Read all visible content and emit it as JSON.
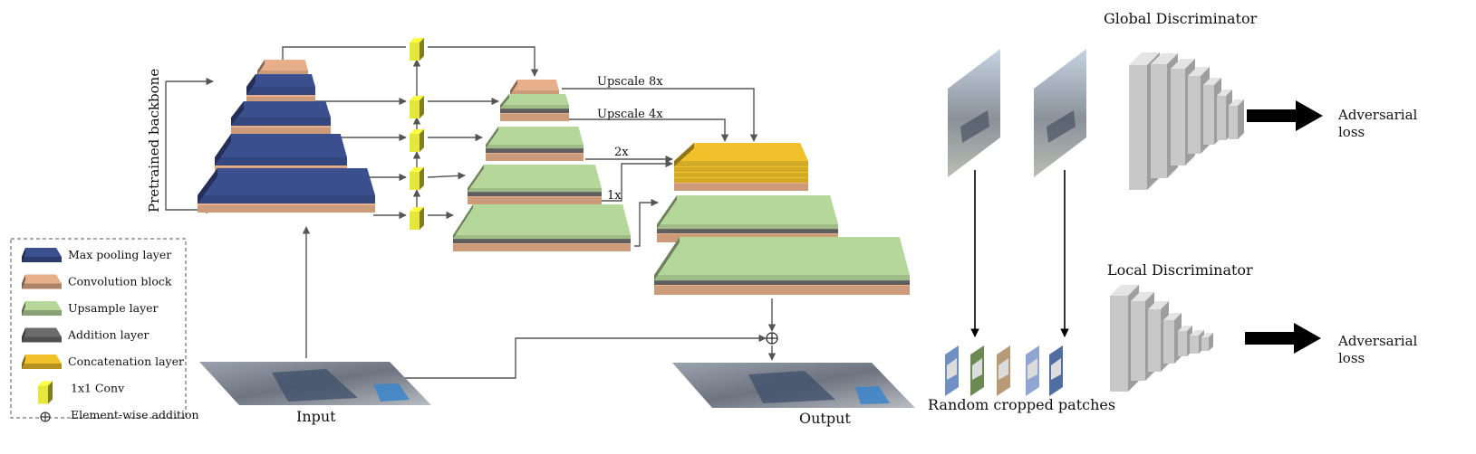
{
  "labels": {
    "pretrained_backbone": "Pretrained backbone",
    "input": "Input",
    "output": "Output",
    "upscale8": "Upscale 8x",
    "upscale4": "Upscale 4x",
    "scale2": "2x",
    "scale1": "1x",
    "global_discriminator": "Global Discriminator",
    "local_discriminator": "Local Discriminator",
    "adversarial_loss": [
      "Adversarial",
      "loss"
    ],
    "random_patches": "Random cropped patches"
  },
  "legend": [
    {
      "label": "Max pooling layer",
      "icon": "maxpool-slab-icon",
      "color": "#3b4f8f"
    },
    {
      "label": "Convolution block",
      "icon": "conv-slab-icon",
      "color": "#e8b08a"
    },
    {
      "label": "Upsample layer",
      "icon": "upsample-slab-icon",
      "color": "#b6d79a"
    },
    {
      "label": "Addition layer",
      "icon": "addition-slab-icon",
      "color": "#6b6b6b"
    },
    {
      "label": "Concatenation layer",
      "icon": "concat-slab-icon",
      "color": "#f0c12a"
    },
    {
      "label": "1x1 Conv",
      "icon": "conv1x1-cube-icon",
      "color": "#e6e63c"
    },
    {
      "label": "Element-wise addition",
      "icon": "element-wise-add-icon",
      "color": "#111111"
    }
  ],
  "colors": {
    "maxpool": "#3b4f8f",
    "conv": "#e8b08a",
    "upsample": "#b6d79a",
    "addition": "#6b6b6b",
    "concat": "#f0c12a",
    "conv1x1": "#e6e63c",
    "discriminator": "#c8c8c8"
  }
}
